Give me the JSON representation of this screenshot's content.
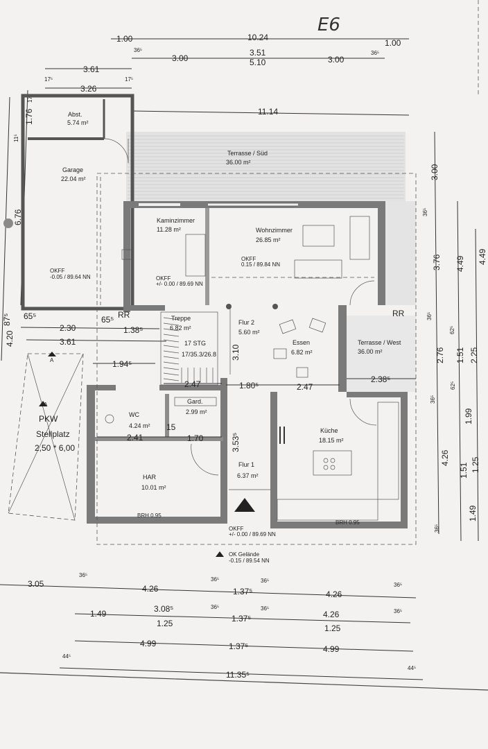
{
  "sheet_label": "E6",
  "rooms": {
    "abst": {
      "name": "Abst.",
      "area": "5.74 m²"
    },
    "garage": {
      "name": "Garage",
      "area": "22.04 m²"
    },
    "terrasse_sued": {
      "name": "Terrasse / Süd",
      "area": "36.00 m²"
    },
    "kaminzimmer": {
      "name": "Kaminzimmer",
      "area": "11.28 m²"
    },
    "wohnzimmer": {
      "name": "Wohnzimmer",
      "area": "26.85 m²"
    },
    "treppe": {
      "name": "Treppe",
      "area": "6.82 m²",
      "steps": "17 STG",
      "ratio": "17/35.3/26.8"
    },
    "flur2": {
      "name": "Flur 2",
      "area": "5.60 m²"
    },
    "essen": {
      "name": "Essen",
      "area": "6.82 m²"
    },
    "terrasse_west": {
      "name": "Terrasse / West",
      "area": "36.00 m²"
    },
    "wc": {
      "name": "WC",
      "area": "4.24 m²"
    },
    "gard": {
      "name": "Gard.",
      "area": "2.99 m²"
    },
    "kueche": {
      "name": "Küche",
      "area": "18.15 m²"
    },
    "flur1": {
      "name": "Flur 1",
      "area": "6.37 m²"
    },
    "har": {
      "name": "HAR",
      "area": "10.01 m²"
    },
    "pkw": {
      "name": "PKW",
      "sub": "Stellplatz",
      "size": "2,50 * 6,00"
    }
  },
  "levels": {
    "okff_garage": {
      "label": "OKFF",
      "value": "-0.05 / 89.64 NN"
    },
    "okff_kamin": {
      "label": "OKFF",
      "value": "+/- 0.00 / 89.69 NN"
    },
    "okff_wohn": {
      "label": "OKFF",
      "value": "0.15 / 89.84 NN"
    },
    "okff_entry": {
      "label": "OKFF",
      "value": "+/- 0.00 / 89.69 NN"
    },
    "ok_gelaende": {
      "label": "OK Gelände",
      "value": "-0.15 / 89.54 NN"
    }
  },
  "labels": {
    "rr1": "RR",
    "rr2": "RR",
    "mark_a1": "A",
    "mark_a2": "A",
    "brh_label": "BRH 0.95",
    "stair_num": "15"
  },
  "dims_top": {
    "d1": "1.00",
    "d2": "10.24",
    "d3": "1.00",
    "d4": "36⁵",
    "d5": "3.00",
    "d6": "3.51",
    "d7": "5.10",
    "d8": "3.00",
    "d9": "36⁵",
    "d10": "3.61",
    "d11": "17⁵",
    "d12": "17⁵",
    "d13": "3.26",
    "d14": "11.14"
  },
  "dims_left": {
    "l1": "1.76",
    "l2": "17⁵",
    "l3": "11⁵",
    "l4": "6.76",
    "l5": "87⁵",
    "l6": "4.20",
    "l7": "65⁵",
    "l8": "2.30",
    "l9": "65⁵",
    "l10": "1.38⁵",
    "l11": "3.61",
    "l12": "1.94⁵"
  },
  "dims_inner": {
    "i1": "3.10",
    "i2": "2.47",
    "i3": "1.80⁵",
    "i4": "2.47",
    "i5": "2.38⁵",
    "i6": "2.41",
    "i7": "1.70",
    "i8": "3.53⁵"
  },
  "dims_right": {
    "r1": "3.00",
    "r2": "36⁵",
    "r3": "3.76",
    "r4": "4.49",
    "r5": "4.49",
    "r6": "36⁵",
    "r7": "62⁵",
    "r8": "2.76",
    "r9": "1.51",
    "r10": "2.25",
    "r11": "62⁵",
    "r12": "36⁵",
    "r13": "1.99",
    "r14": "4.26",
    "r15": "1.51",
    "r16": "1.25",
    "r17": "36⁵",
    "r18": "1.49"
  },
  "dims_bottom": {
    "b1": "36⁵",
    "b2": "36⁵",
    "b3": "36⁵",
    "b4": "36⁵",
    "b5": "3.05",
    "b6": "4.26",
    "b7": "1.37⁵",
    "b8": "4.26",
    "b9": "3.08⁵",
    "b10": "36⁵",
    "b11": "36⁵",
    "b12": "36⁵",
    "b13": "1.49",
    "b14": "1.25",
    "b15": "1.37⁵",
    "b16": "4.26",
    "b17": "1.25",
    "b18": "4.99",
    "b19": "1.37⁵",
    "b20": "4.99",
    "b21": "44⁵",
    "b22": "11.35⁵",
    "b23": "44⁵"
  }
}
